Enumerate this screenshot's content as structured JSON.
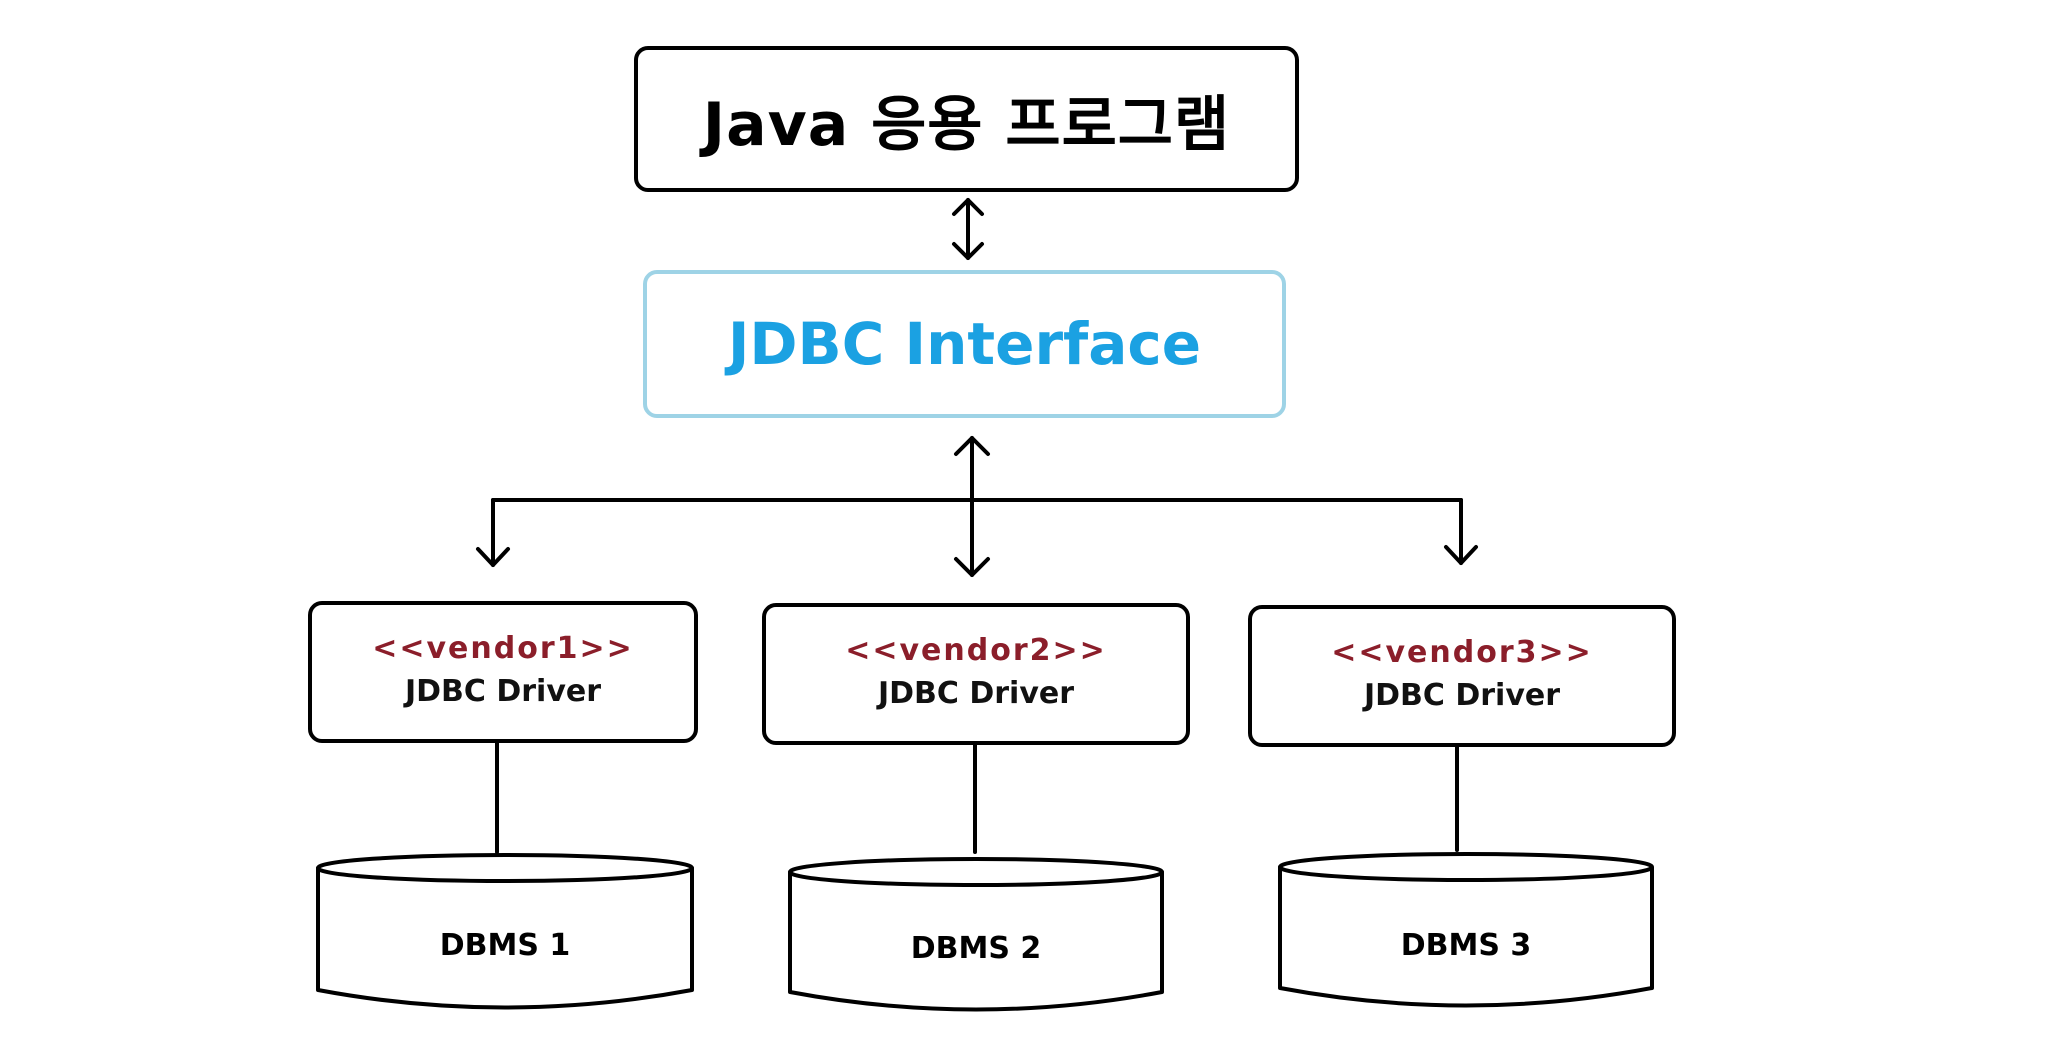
{
  "app": {
    "title": "Java 응용 프로그램"
  },
  "interface": {
    "title": "JDBC Interface",
    "color": "#1ba1e2",
    "border_color": "#9ed3e6"
  },
  "drivers": [
    {
      "vendor": "<<vendor1>>",
      "label": "JDBC Driver"
    },
    {
      "vendor": "<<vendor2>>",
      "label": "JDBC Driver"
    },
    {
      "vendor": "<<vendor3>>",
      "label": "JDBC Driver"
    }
  ],
  "databases": [
    {
      "label": "DBMS 1"
    },
    {
      "label": "DBMS 2"
    },
    {
      "label": "DBMS 3"
    }
  ],
  "colors": {
    "vendor_text": "#8b1e2a",
    "line": "#000000"
  }
}
